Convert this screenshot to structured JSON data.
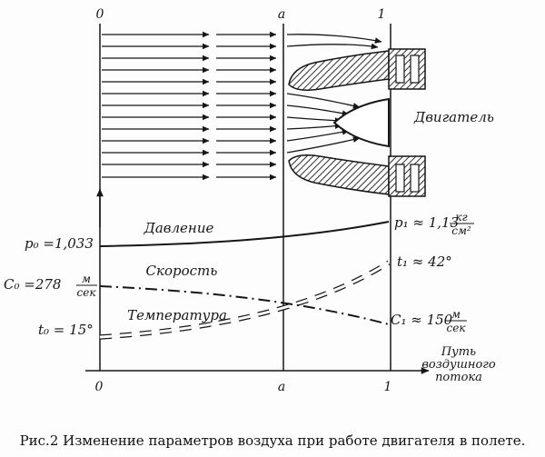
{
  "figure": {
    "caption": "Рис.2 Изменение параметров воздуха при работе двигателя в полете."
  },
  "engine": {
    "label": "Двигатель"
  },
  "stations": {
    "top": [
      "0",
      "a",
      "1"
    ],
    "bottom": [
      "0",
      "a",
      "1"
    ]
  },
  "x_axis": {
    "label_lines": [
      "Путь",
      "воздушного",
      "потока"
    ]
  },
  "pressure": {
    "name": "Давление",
    "start_value": "p₀ =1,033",
    "end_value": "p₁ ≈ 1,13",
    "end_unit_numerator": "кг",
    "end_unit_denominator": "см²"
  },
  "speed": {
    "name": "Скорость",
    "start_value": "C₀ =278",
    "start_unit_numerator": "м",
    "start_unit_denominator": "сек",
    "end_value": "C₁ ≈ 150",
    "end_unit_numerator": "м",
    "end_unit_denominator": "сек"
  },
  "temperature": {
    "name": "Температура",
    "start_value": "t₀ = 15°",
    "end_value": "t₁ ≈ 42°"
  },
  "chart_data": {
    "type": "line",
    "x_stations": [
      "0",
      "a",
      "1"
    ],
    "xlabel": "Путь воздушного потока",
    "series": [
      {
        "name": "Давление",
        "unit": "кг/см²",
        "style": "solid",
        "trend": "rising",
        "start": 1.033,
        "end": 1.13
      },
      {
        "name": "Скорость",
        "unit": "м/сек",
        "style": "dash-dot",
        "trend": "falling",
        "start": 278,
        "end": 150
      },
      {
        "name": "Температура",
        "unit": "°",
        "style": "hollow-dash",
        "trend": "rising",
        "start": 15,
        "end": 42
      }
    ]
  }
}
